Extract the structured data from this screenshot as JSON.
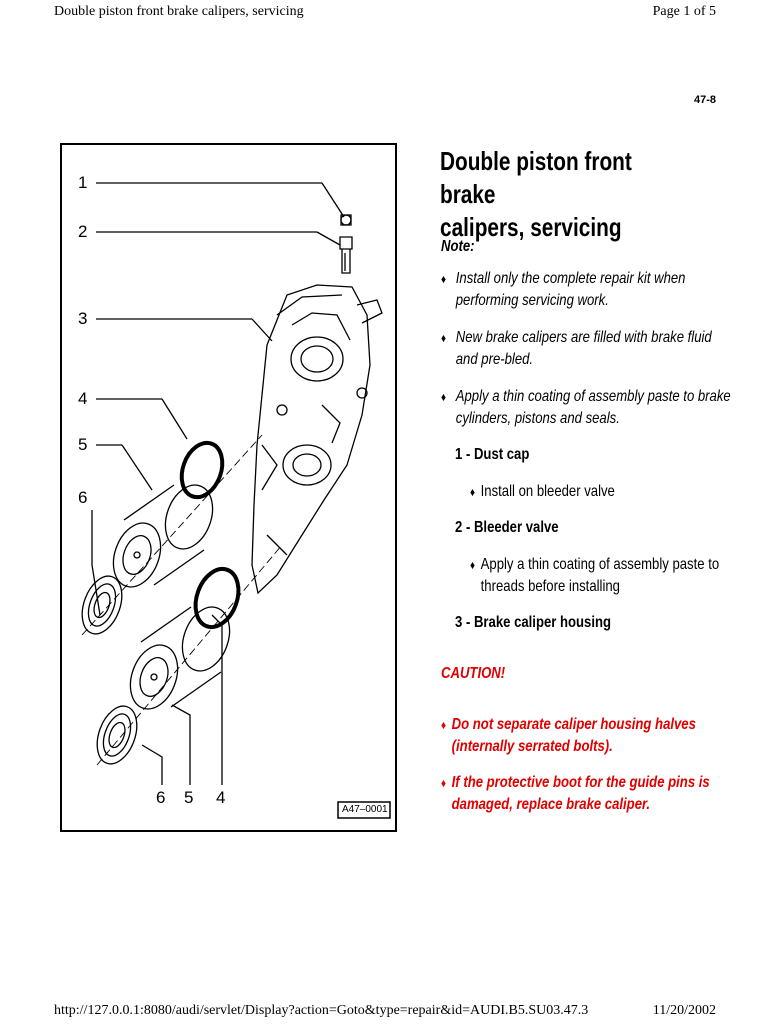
{
  "header": {
    "doc_title": "Double piston front brake calipers, servicing",
    "page_of": "Page 1 of 5",
    "page_code": "47-8"
  },
  "figure": {
    "callouts_left": [
      "1",
      "2",
      "3",
      "4",
      "5",
      "6"
    ],
    "callouts_bottom": [
      "6",
      "5",
      "4"
    ],
    "figure_id": "A47–0001"
  },
  "content": {
    "title_line1": "Double piston front brake",
    "title_line2": "calipers, servicing",
    "note_label": "Note:",
    "notes": [
      {
        "line1": "Install only the complete repair kit when",
        "line2": "performing servicing work."
      },
      {
        "line1": "New brake calipers are filled with brake fluid",
        "line2": "and pre-bled."
      },
      {
        "line1": "Apply a thin coating of assembly paste to brake",
        "line2": "cylinders, pistons and seals."
      }
    ],
    "items": [
      {
        "heading": "1 - Dust cap",
        "sub_line1": "Install on bleeder valve",
        "sub_line2": ""
      },
      {
        "heading": "2 - Bleeder valve",
        "sub_line1": "Apply a thin coating of assembly paste to",
        "sub_line2": "threads before installing"
      },
      {
        "heading": "3 - Brake caliper housing"
      }
    ],
    "caution_label": "CAUTION!",
    "cautions": [
      {
        "line1": "Do not separate caliper housing halves",
        "line2": "(internally serrated bolts)."
      },
      {
        "line1": "If the protective boot for the guide pins is",
        "line2": "damaged, replace brake caliper."
      }
    ],
    "bullet_symbol": "♦",
    "caution_bullet_symbol": "♦"
  },
  "footer": {
    "url": "http://127.0.0.1:8080/audi/servlet/Display?action=Goto&type=repair&id=AUDI.B5.SU03.47.3",
    "date": "11/20/2002"
  }
}
